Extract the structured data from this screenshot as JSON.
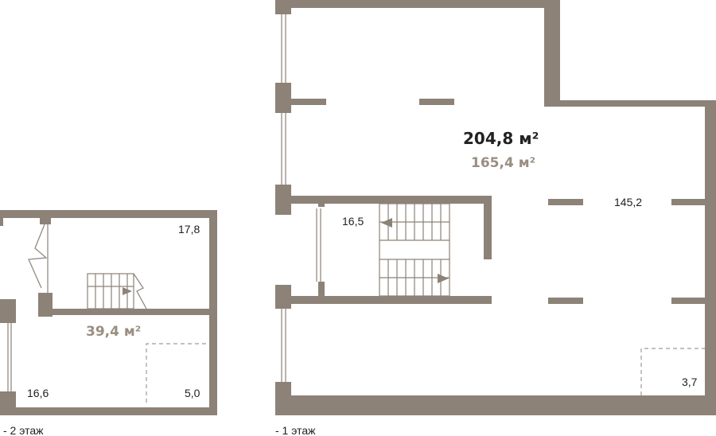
{
  "plan": {
    "floor_minus2": {
      "caption": "- 2 этаж",
      "total_area": "39,4 м²",
      "rooms": {
        "top_room": "17,8",
        "left_room": "16,6",
        "small_room": "5,0"
      }
    },
    "floor_minus1": {
      "caption": "- 1 этаж",
      "total_area": "204,8 м²",
      "living_area": "165,4 м²",
      "rooms": {
        "main_hall": "145,2",
        "stair_room": "16,5",
        "small_room": "3,7"
      }
    }
  },
  "colors": {
    "wall": "#8d8277",
    "area_accent": "#9a8e82",
    "text": "#1f1f1f"
  }
}
